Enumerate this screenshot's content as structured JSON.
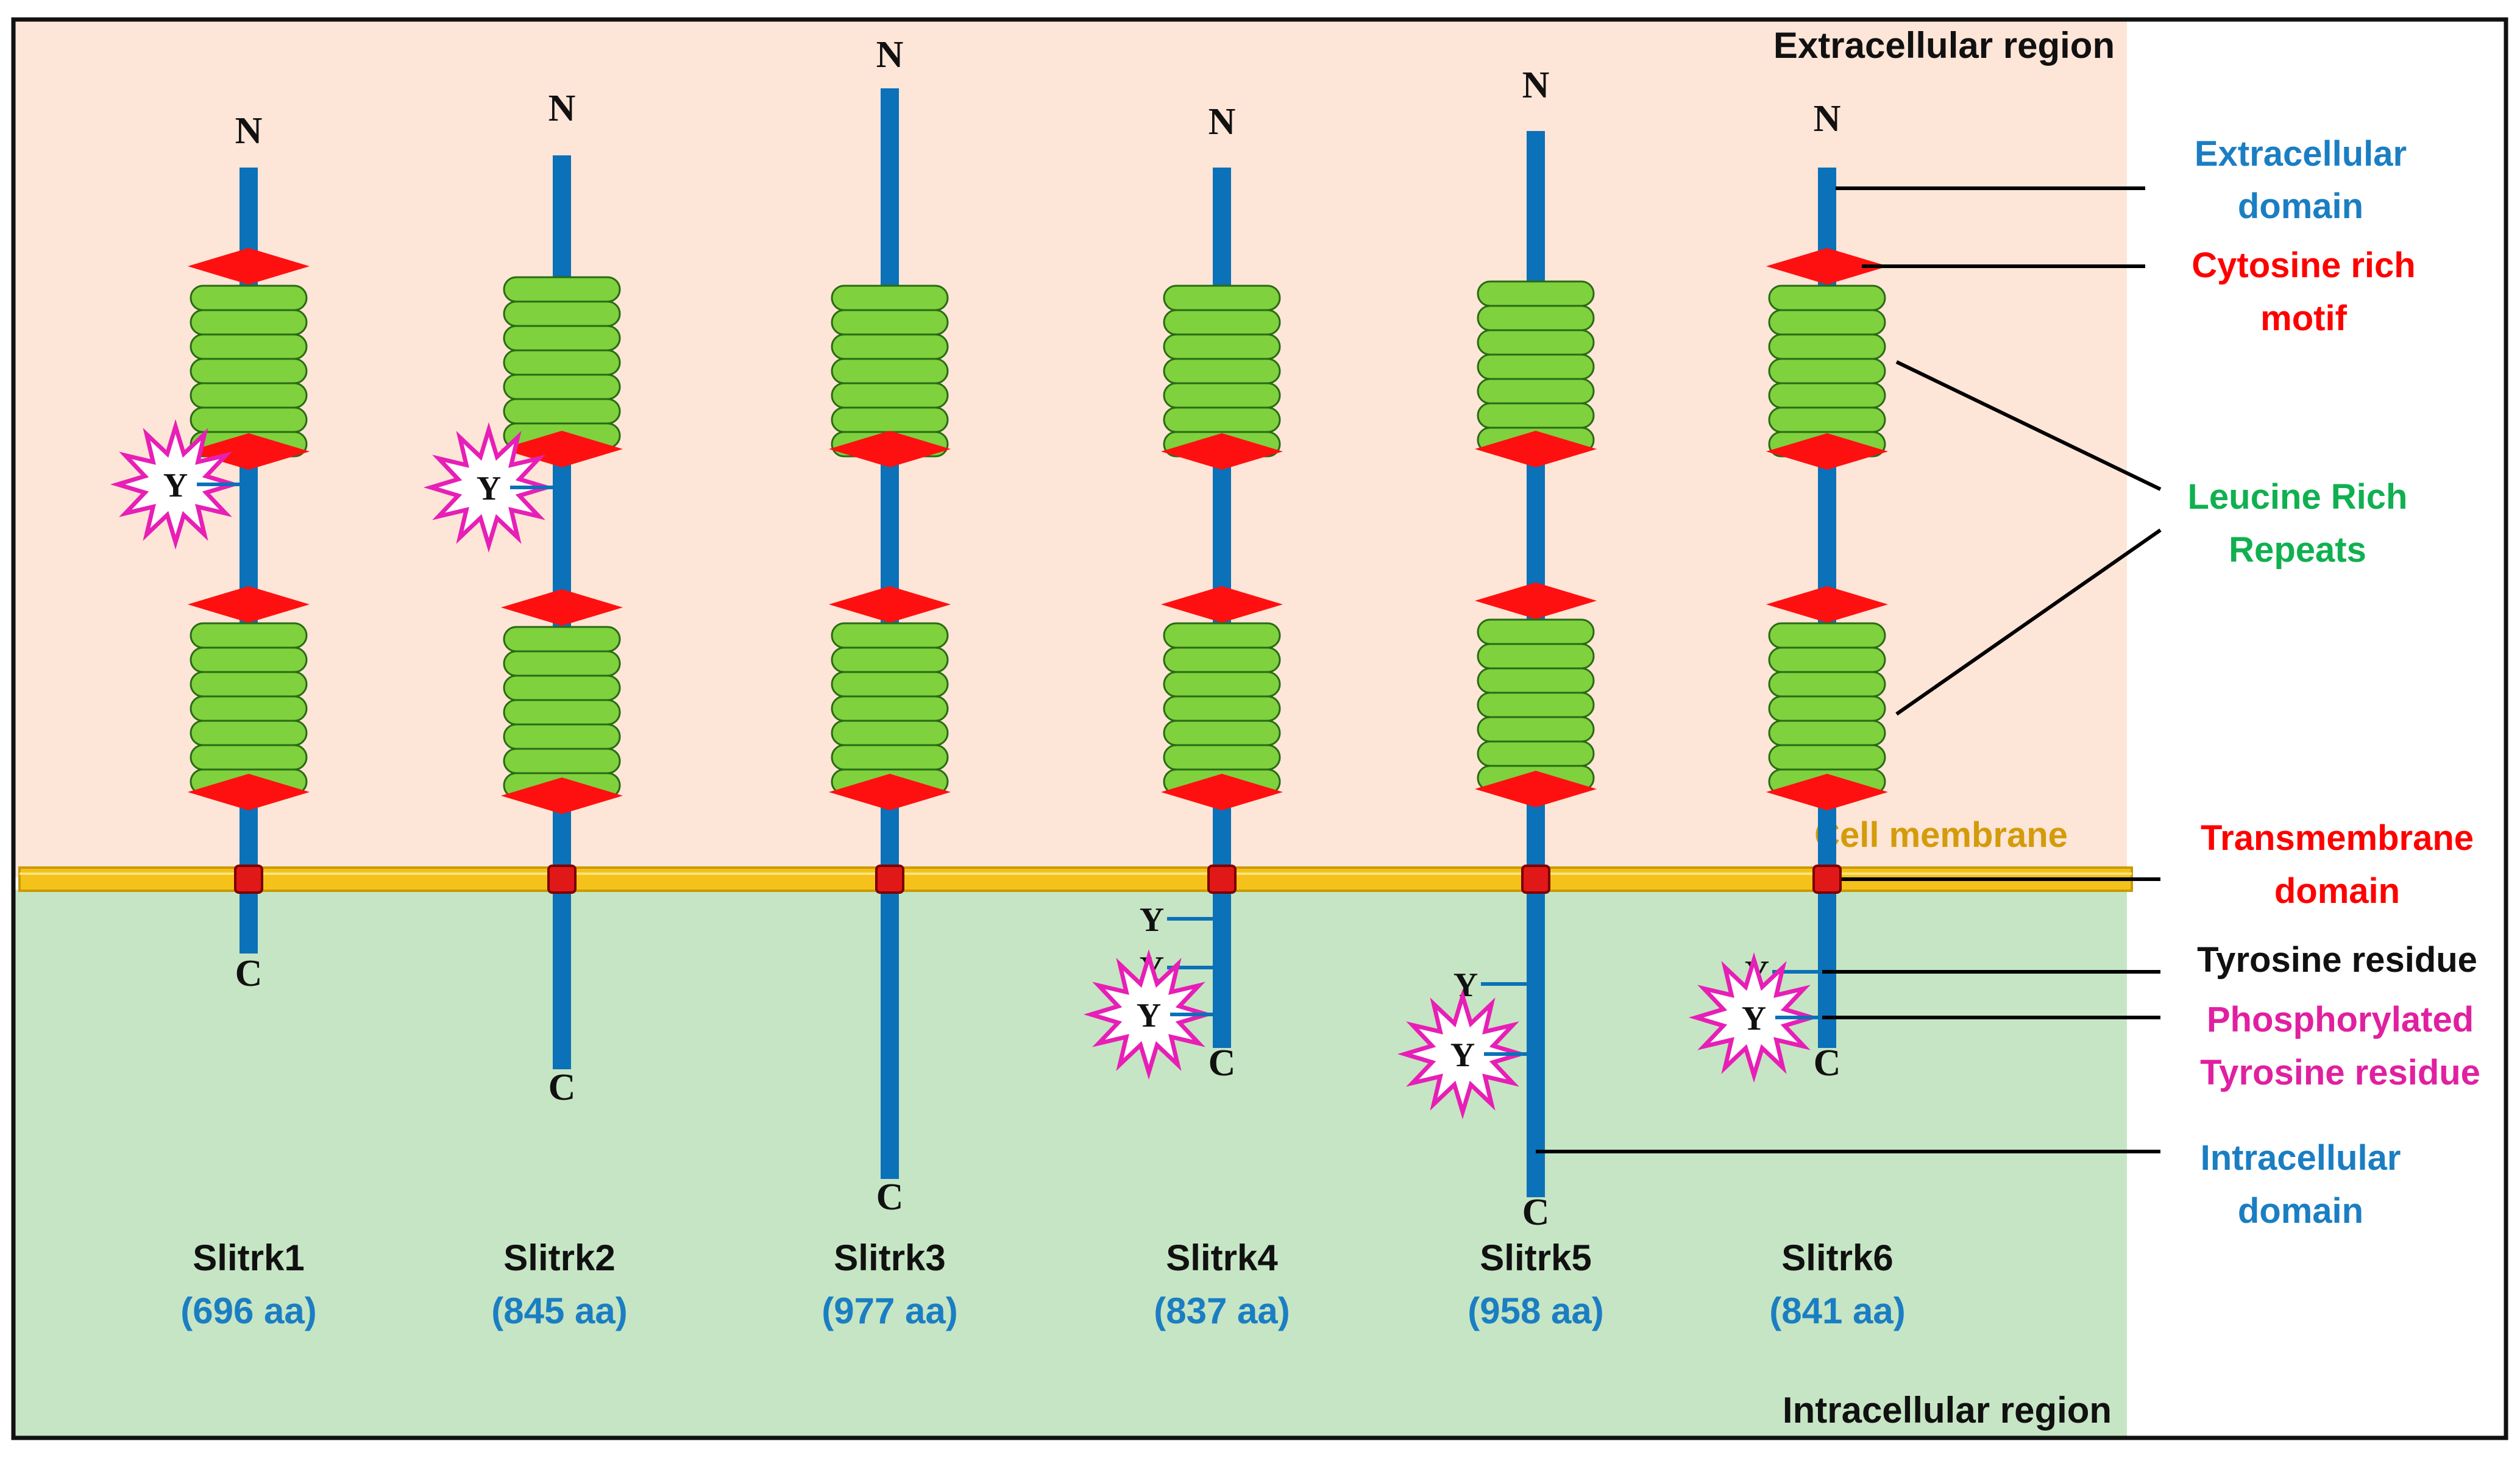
{
  "regions": {
    "extracellular": "Extracellular region",
    "intracellular": "Intracellular region",
    "membrane": "Cell membrane"
  },
  "terminals": {
    "n": "N",
    "c": "C",
    "tyrosine": "Y"
  },
  "legend": {
    "extracellular_domain": [
      "Extracellular",
      "domain"
    ],
    "cysteine_motif": [
      "Cytosine rich",
      "motif"
    ],
    "lrr": [
      "Leucine Rich",
      "Repeats"
    ],
    "transmembrane": [
      "Transmembrane",
      "domain"
    ],
    "tyrosine": [
      "Tyrosine residue"
    ],
    "phospho_tyrosine": [
      "Phosphorylated",
      "Tyrosine residue"
    ],
    "intracellular_domain": [
      "Intracellular",
      "domain"
    ]
  },
  "proteins": [
    {
      "name": "Slitrk1",
      "length": "(696 aa)",
      "tyrosines": 0,
      "phospho": 1
    },
    {
      "name": "Slitrk2",
      "length": "(845 aa)",
      "tyrosines": 0,
      "phospho": 1
    },
    {
      "name": "Slitrk3",
      "length": "(977 aa)",
      "tyrosines": 0,
      "phospho": 0
    },
    {
      "name": "Slitrk4",
      "length": "(837 aa)",
      "tyrosines": 2,
      "phospho": 1
    },
    {
      "name": "Slitrk5",
      "length": "(958 aa)",
      "tyrosines": 1,
      "phospho": 1
    },
    {
      "name": "Slitrk6",
      "length": "(841 aa)",
      "tyrosines": 1,
      "phospho": 1
    }
  ],
  "colors": {
    "extracellular_bg": "#fde5d7",
    "intracellular_bg": "#c6e5c4",
    "membrane": "#f4c21a",
    "backbone": "#0b71b8",
    "lrr": "#7fd13e",
    "cysteine": "#ff1010",
    "phospho_star": "#e71fb6",
    "label_blue": "#1b7ec2",
    "label_red": "#ff0000",
    "label_green": "#10b050",
    "label_magenta": "#e020a0",
    "label_gold": "#d49b0a"
  }
}
